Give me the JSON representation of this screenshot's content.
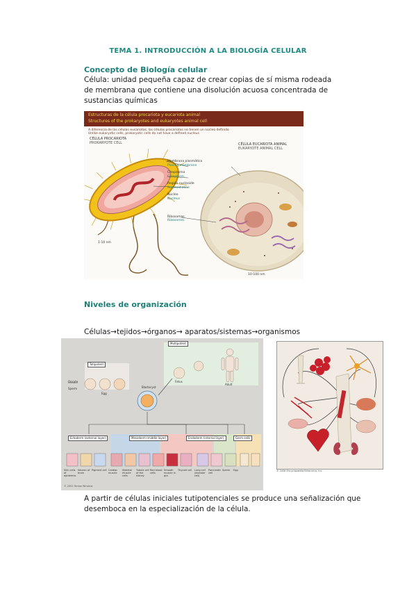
{
  "page": {
    "title": "TEMA 1. INTRODUCCIÓN A LA BIOLOGÍA CELULAR",
    "section1": {
      "heading": "Concepto de Biología celular",
      "text": "Célula: unidad pequeña  capaz de crear copias de sí misma rodeada de membrana que contiene una disolución acuosa concentrada de sustancias químicas"
    },
    "figure1": {
      "banner_es": "Estructuras de la célula procariota y eucariota animal",
      "banner_en": "Structures of the prokaryotes and eukaryotes animal cell",
      "subtitle_es": "A diferencia de las células eucariotas, las células procariotas no tienen un núcleo definido",
      "subtitle_en": "Unlike eukaryotic cells, prokaryotic cells do not have a defined nucleus",
      "prok_es": "CÉLULA PROCARIOTA",
      "prok_en": "PROKARYOTE CELL",
      "euk_es": "CÉLULA EUCARIOTA ANIMAL",
      "euk_en": "EUKARYOTE ANIMAL CELL",
      "labels": [
        {
          "es": "Membrana plasmática",
          "en": "Plasma membrane"
        },
        {
          "es": "Citoplasma",
          "en": "Cytoplasm"
        },
        {
          "es": "Región nucleoide",
          "en": "Nucleoid zone"
        },
        {
          "es": "Núcleo",
          "en": "Nucleus"
        },
        {
          "es": "Ribosomas",
          "en": "Ribosomes"
        }
      ],
      "scale_prok": "1-10 nm",
      "scale_euk": "10-100 nm"
    },
    "section2": {
      "heading": "Niveles de organización",
      "chain": "Células→tejidos→órganos→ aparatos/sistemas→organismos"
    },
    "figure2": {
      "totipotent": "Totipotent",
      "multipotent": "Multipotent",
      "blastocyst": "Blastocyst",
      "oocyte": "Oocyte",
      "sperm": "Sperm",
      "egg": "Egg",
      "fetus": "Fetus",
      "adult": "Adult",
      "germ_layers": [
        "Ectoderm (external layer)",
        "Mesoderm (middle layer)",
        "Endoderm (internal layer)",
        "Germ cells"
      ],
      "cell_types": [
        "Skin cells of epidermis",
        "Neuron of brain",
        "Pigment cell",
        "Cardiac muscle",
        "Skeletal muscle cells",
        "Tubule cell of the kidney",
        "Red blood cells",
        "Smooth muscle in gut",
        "Thyroid cell",
        "Lung cell (alveolar cell)",
        "Pancreatic cell",
        "Sperm",
        "Egg"
      ],
      "credit": "© 2001 Terese Winslow"
    },
    "figure3": {
      "credit": "© 2008 Encyclopædia Britannica, Inc."
    },
    "section3": {
      "text": "A partir de células iniciales tutipotenciales se produce una señalización que desemboca en la especialización de la célula."
    }
  },
  "colors": {
    "heading": "#1f7f78",
    "banner": "#7a2a1a",
    "banner_text": "#f4d24a",
    "ectoderm": "#b7cde3",
    "mesoderm": "#f3c7c2",
    "endoderm": "#d9e6c9",
    "germ": "#f6e0b5"
  }
}
